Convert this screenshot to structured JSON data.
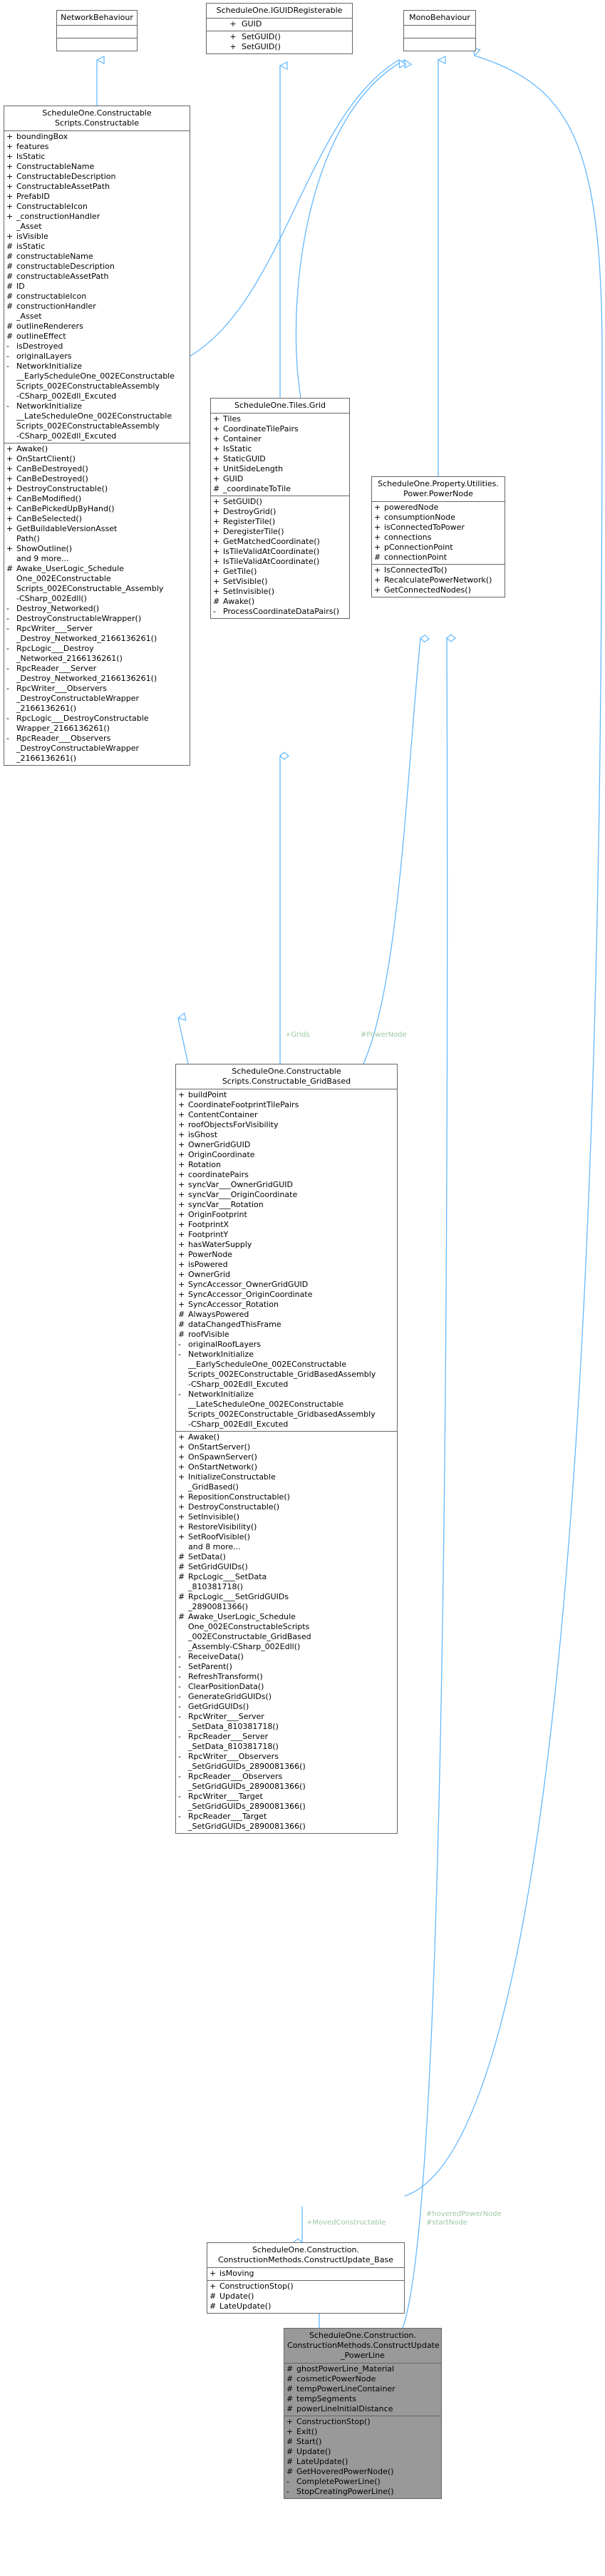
{
  "colors": {
    "edge": "#63b8ff",
    "edge_label": "#9cc9a0",
    "border": "#666666",
    "highlight_bg": "#999999"
  },
  "classes": {
    "networkbehaviour": {
      "title": "NetworkBehaviour",
      "attrs": [],
      "methods": []
    },
    "iguidregisterable": {
      "title": "ScheduleOne.IGUIDRegisterable",
      "attrs": [
        [
          "+",
          "GUID"
        ]
      ],
      "methods": [
        [
          "+",
          "SetGUID()"
        ],
        [
          "+",
          "SetGUID()"
        ]
      ]
    },
    "monobehaviour": {
      "title": "MonoBehaviour",
      "attrs": [],
      "methods": []
    },
    "constructable": {
      "title": "ScheduleOne.Constructable\nScripts.Constructable",
      "attrs": [
        [
          "+",
          "boundingBox"
        ],
        [
          "+",
          "features"
        ],
        [
          "+",
          "IsStatic"
        ],
        [
          "+",
          "ConstructableName"
        ],
        [
          "+",
          "ConstructableDescription"
        ],
        [
          "+",
          "ConstructableAssetPath"
        ],
        [
          "+",
          "PrefabID"
        ],
        [
          "+",
          "ConstructableIcon"
        ],
        [
          "+",
          "_constructionHandler\n_Asset"
        ],
        [
          "+",
          "isVisible"
        ],
        [
          "#",
          "isStatic"
        ],
        [
          "#",
          "constructableName"
        ],
        [
          "#",
          "constructableDescription"
        ],
        [
          "#",
          "constructableAssetPath"
        ],
        [
          "#",
          "ID"
        ],
        [
          "#",
          "constructableIcon"
        ],
        [
          "#",
          "constructionHandler\n_Asset"
        ],
        [
          "#",
          "outlineRenderers"
        ],
        [
          "#",
          "outlineEffect"
        ],
        [
          "-",
          "isDestroyed"
        ],
        [
          "-",
          "originalLayers"
        ],
        [
          "-",
          "NetworkInitialize\n__EarlyScheduleOne_002EConstructable\nScripts_002EConstructableAssembly\n-CSharp_002Edll_Excuted"
        ],
        [
          "-",
          "NetworkInitialize\n__LateScheduleOne_002EConstructable\nScripts_002EConstructableAssembly\n-CSharp_002Edll_Excuted"
        ]
      ],
      "methods": [
        [
          "+",
          "Awake()"
        ],
        [
          "+",
          "OnStartClient()"
        ],
        [
          "+",
          "CanBeDestroyed()"
        ],
        [
          "+",
          "CanBeDestroyed()"
        ],
        [
          "+",
          "DestroyConstructable()"
        ],
        [
          "+",
          "CanBeModified()"
        ],
        [
          "+",
          "CanBePickedUpByHand()"
        ],
        [
          "+",
          "CanBeSelected()"
        ],
        [
          "+",
          "GetBuildableVersionAsset\nPath()"
        ],
        [
          "+",
          "ShowOutline()"
        ],
        [
          "",
          "and 9 more..."
        ],
        [
          "#",
          "Awake_UserLogic_Schedule\nOne_002EConstructable\nScripts_002EConstructable_Assembly\n-CSharp_002Edll()"
        ],
        [
          "-",
          "Destroy_Networked()"
        ],
        [
          "-",
          "DestroyConstructableWrapper()"
        ],
        [
          "-",
          "RpcWriter___Server\n_Destroy_Networked_2166136261()"
        ],
        [
          "-",
          "RpcLogic___Destroy\n_Networked_2166136261()"
        ],
        [
          "-",
          "RpcReader___Server\n_Destroy_Networked_2166136261()"
        ],
        [
          "-",
          "RpcWriter___Observers\n_DestroyConstructableWrapper\n_2166136261()"
        ],
        [
          "-",
          "RpcLogic___DestroyConstructable\nWrapper_2166136261()"
        ],
        [
          "-",
          "RpcReader___Observers\n_DestroyConstructableWrapper\n_2166136261()"
        ]
      ]
    },
    "tilesgrid": {
      "title": "ScheduleOne.Tiles.Grid",
      "attrs": [
        [
          "+",
          "Tiles"
        ],
        [
          "+",
          "CoordinateTilePairs"
        ],
        [
          "+",
          "Container"
        ],
        [
          "+",
          "IsStatic"
        ],
        [
          "+",
          "StaticGUID"
        ],
        [
          "+",
          "UnitSideLength"
        ],
        [
          "+",
          "GUID"
        ],
        [
          "#",
          "_coordinateToTile"
        ]
      ],
      "methods": [
        [
          "+",
          "SetGUID()"
        ],
        [
          "+",
          "DestroyGrid()"
        ],
        [
          "+",
          "RegisterTile()"
        ],
        [
          "+",
          "DeregisterTile()"
        ],
        [
          "+",
          "GetMatchedCoordinate()"
        ],
        [
          "+",
          "IsTileValidAtCoordinate()"
        ],
        [
          "+",
          "IsTileValidAtCoordinate()"
        ],
        [
          "+",
          "GetTile()"
        ],
        [
          "+",
          "SetVisible()"
        ],
        [
          "+",
          "SetInvisible()"
        ],
        [
          "#",
          "Awake()"
        ],
        [
          "-",
          "ProcessCoordinateDataPairs()"
        ]
      ]
    },
    "powernode": {
      "title": "ScheduleOne.Property.Utilities.\nPower.PowerNode",
      "attrs": [
        [
          "+",
          "poweredNode"
        ],
        [
          "+",
          "consumptionNode"
        ],
        [
          "+",
          "isConnectedToPower"
        ],
        [
          "+",
          "connections"
        ],
        [
          "+",
          "pConnectionPoint"
        ],
        [
          "#",
          "connectionPoint"
        ]
      ],
      "methods": [
        [
          "+",
          "IsConnectedTo()"
        ],
        [
          "+",
          "RecalculatePowerNetwork()"
        ],
        [
          "+",
          "GetConnectedNodes()"
        ]
      ]
    },
    "gridbased": {
      "title": "ScheduleOne.Constructable\nScripts.Constructable_GridBased",
      "attrs": [
        [
          "+",
          "buildPoint"
        ],
        [
          "+",
          "CoordinateFootprintTilePairs"
        ],
        [
          "+",
          "ContentContainer"
        ],
        [
          "+",
          "roofObjectsForVisibility"
        ],
        [
          "+",
          "isGhost"
        ],
        [
          "+",
          "OwnerGridGUID"
        ],
        [
          "+",
          "OriginCoordinate"
        ],
        [
          "+",
          "Rotation"
        ],
        [
          "+",
          "coordinatePairs"
        ],
        [
          "+",
          "syncVar___OwnerGridGUID"
        ],
        [
          "+",
          "syncVar___OriginCoordinate"
        ],
        [
          "+",
          "syncVar___Rotation"
        ],
        [
          "+",
          "OriginFootprint"
        ],
        [
          "+",
          "FootprintX"
        ],
        [
          "+",
          "FootprintY"
        ],
        [
          "+",
          "hasWaterSupply"
        ],
        [
          "+",
          "PowerNode"
        ],
        [
          "+",
          "isPowered"
        ],
        [
          "+",
          "OwnerGrid"
        ],
        [
          "+",
          "SyncAccessor_OwnerGridGUID"
        ],
        [
          "+",
          "SyncAccessor_OriginCoordinate"
        ],
        [
          "+",
          "SyncAccessor_Rotation"
        ],
        [
          "#",
          "AlwaysPowered"
        ],
        [
          "#",
          "dataChangedThisFrame"
        ],
        [
          "#",
          "roofVisible"
        ],
        [
          "-",
          "originalRoofLayers"
        ],
        [
          "-",
          "NetworkInitialize\n__EarlyScheduleOne_002EConstructable\nScripts_002EConstructable_GridBasedAssembly\n-CSharp_002Edll_Excuted"
        ],
        [
          "-",
          "NetworkInitialize\n__LateScheduleOne_002EConstructable\nScripts_002EConstructable_GridbasedAssembly\n-CSharp_002Edll_Excuted"
        ]
      ],
      "methods": [
        [
          "+",
          "Awake()"
        ],
        [
          "+",
          "OnStartServer()"
        ],
        [
          "+",
          "OnSpawnServer()"
        ],
        [
          "+",
          "OnStartNetwork()"
        ],
        [
          "+",
          "InitializeConstructable\n_GridBased()"
        ],
        [
          "+",
          "RepositionConstructable()"
        ],
        [
          "+",
          "DestroyConstructable()"
        ],
        [
          "+",
          "SetInvisible()"
        ],
        [
          "+",
          "RestoreVisibility()"
        ],
        [
          "+",
          "SetRoofVisible()"
        ],
        [
          "",
          "and 8 more..."
        ],
        [
          "#",
          "SetData()"
        ],
        [
          "#",
          "SetGridGUIDs()"
        ],
        [
          "#",
          "RpcLogic___SetData\n_810381718()"
        ],
        [
          "#",
          "RpcLogic___SetGridGUIDs\n_2890081366()"
        ],
        [
          "#",
          "Awake_UserLogic_Schedule\nOne_002EConstructableScripts\n_002EConstructable_GridBased\n_Assembly-CSharp_002Edll()"
        ],
        [
          "-",
          "ReceiveData()"
        ],
        [
          "-",
          "SetParent()"
        ],
        [
          "-",
          "RefreshTransform()"
        ],
        [
          "-",
          "ClearPositionData()"
        ],
        [
          "-",
          "GenerateGridGUIDs()"
        ],
        [
          "-",
          "GetGridGUIDs()"
        ],
        [
          "-",
          "RpcWriter___Server\n_SetData_810381718()"
        ],
        [
          "-",
          "RpcReader___Server\n_SetData_810381718()"
        ],
        [
          "-",
          "RpcWriter___Observers\n_SetGridGUIDs_2890081366()"
        ],
        [
          "-",
          "RpcReader___Observers\n_SetGridGUIDs_2890081366()"
        ],
        [
          "-",
          "RpcWriter___Target\n_SetGridGUIDs_2890081366()"
        ],
        [
          "-",
          "RpcReader___Target\n_SetGridGUIDs_2890081366()"
        ]
      ]
    },
    "constructupdatebase": {
      "title": "ScheduleOne.Construction.\nConstructionMethods.ConstructUpdate_Base",
      "attrs": [
        [
          "+",
          "isMoving"
        ]
      ],
      "methods": [
        [
          "+",
          "ConstructionStop()"
        ],
        [
          "#",
          "Update()"
        ],
        [
          "#",
          "LateUpdate()"
        ]
      ]
    },
    "constructupdatepowerline": {
      "title": "ScheduleOne.Construction.\nConstructionMethods.ConstructUpdate\n_PowerLine",
      "attrs": [
        [
          "#",
          "ghostPowerLine_Material"
        ],
        [
          "#",
          "cosmeticPowerNode"
        ],
        [
          "#",
          "tempPowerLineContainer"
        ],
        [
          "#",
          "tempSegments"
        ],
        [
          "#",
          "powerLineInitialDistance"
        ]
      ],
      "methods": [
        [
          "+",
          "ConstructionStop()"
        ],
        [
          "+",
          "Exit()"
        ],
        [
          "#",
          "Start()"
        ],
        [
          "#",
          "Update()"
        ],
        [
          "#",
          "LateUpdate()"
        ],
        [
          "#",
          "GetHoveredPowerNode()"
        ],
        [
          "-",
          "CompletePowerLine()"
        ],
        [
          "-",
          "StopCreatingPowerLine()"
        ]
      ]
    }
  },
  "edge_labels": {
    "grids": "+Grids",
    "powernode": "#PowerNode",
    "moved": "+MovedConstructable",
    "hovered": "#hoveredPowerNode\n#startNode"
  }
}
